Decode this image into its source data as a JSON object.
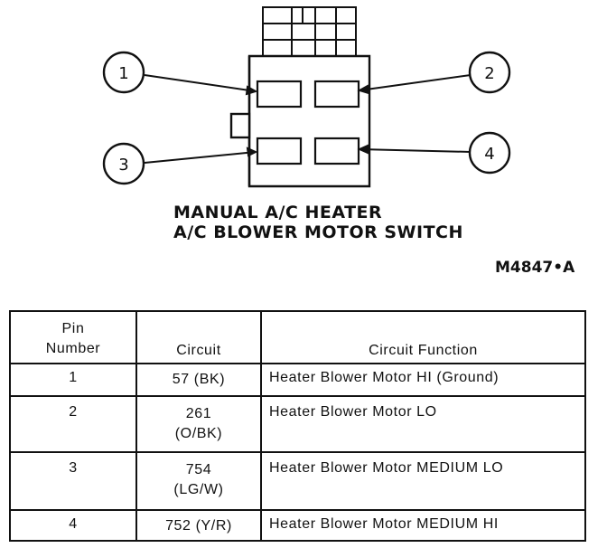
{
  "diagram": {
    "callouts": [
      "1",
      "2",
      "3",
      "4"
    ],
    "caption_line1": "MANUAL A/C HEATER",
    "caption_line2": "A/C BLOWER MOTOR SWITCH",
    "figure_id": "M4847•A"
  },
  "table": {
    "headers": {
      "pin_line1": "Pin",
      "pin_line2": "Number",
      "circuit": "Circuit",
      "function": "Circuit Function"
    },
    "rows": [
      {
        "pin": "1",
        "circuit_line1": "57 (BK)",
        "circuit_line2": "",
        "function": "Heater Blower Motor HI (Ground)"
      },
      {
        "pin": "2",
        "circuit_line1": "261",
        "circuit_line2": "(O/BK)",
        "function": "Heater Blower Motor LO"
      },
      {
        "pin": "3",
        "circuit_line1": "754",
        "circuit_line2": "(LG/W)",
        "function": "Heater Blower Motor MEDIUM LO"
      },
      {
        "pin": "4",
        "circuit_line1": "752 (Y/R)",
        "circuit_line2": "",
        "function": "Heater Blower Motor MEDIUM HI"
      }
    ]
  }
}
